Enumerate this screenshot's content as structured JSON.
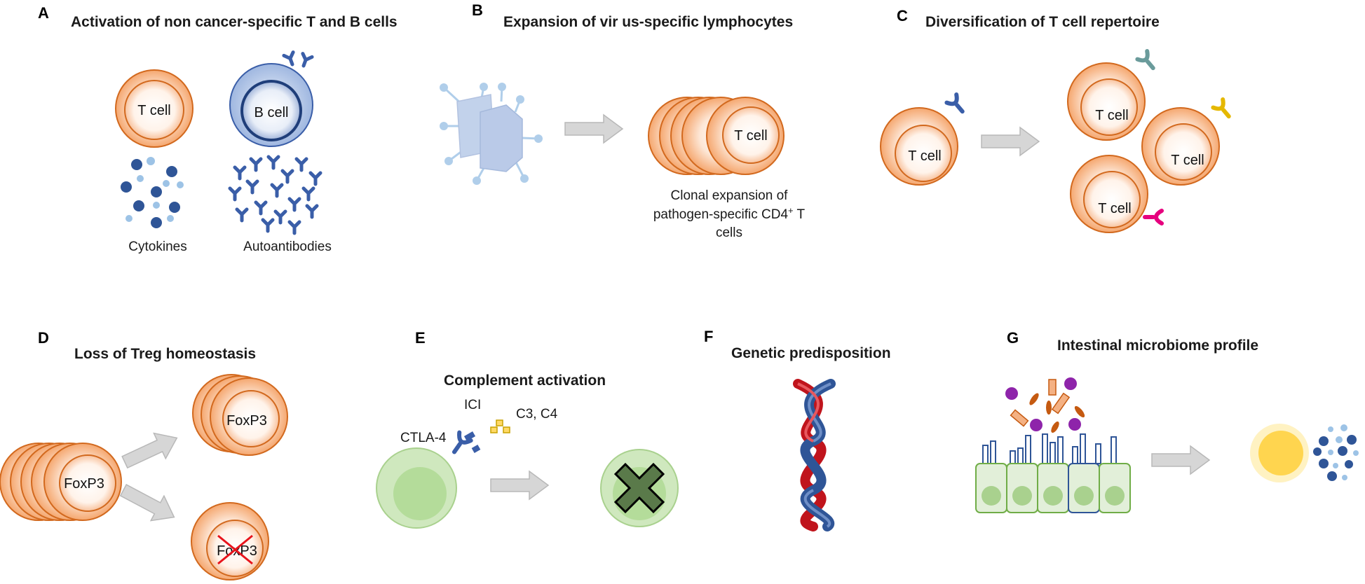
{
  "panels": {
    "A": {
      "label": "A",
      "title": "Activation of non cancer-specific T and B cells",
      "t_cell": "T cell",
      "b_cell": "B cell",
      "cytokines": "Cytokines",
      "autoantibodies": "Autoantibodies"
    },
    "B": {
      "label": "B",
      "title": "Expansion of vir us-specific lymphocytes",
      "t_cell": "T cell",
      "caption_line1": "Clonal expansion of",
      "caption_line2_pre": "pathogen-specific CD4",
      "caption_line2_sup": "+",
      "caption_line2_post": " T",
      "caption_line3": "cells"
    },
    "C": {
      "label": "C",
      "title": "Diversification of T cell repertoire",
      "t_cell": "T cell"
    },
    "D": {
      "label": "D",
      "title": "Loss of Treg homeostasis",
      "foxp3": "FoxP3"
    },
    "E": {
      "label": "E",
      "title": "Complement activation",
      "ctla4": "CTLA-4",
      "ici": "ICI",
      "c3c4": "C3, C4"
    },
    "F": {
      "label": "F",
      "title": "Genetic predisposition"
    },
    "G": {
      "label": "G",
      "title": "Intestinal microbiome profile"
    }
  },
  "colors": {
    "cell_outline": "#d2691e",
    "cell_fill": "#f6b385",
    "b_cell_blue": "#3a5ea8",
    "arrow_gray": "#d0d0d0",
    "green_cell": "#a9d18e",
    "dna_red": "#c0141c",
    "dna_blue": "#2f5597",
    "tcr_magenta": "#e6007e",
    "tcr_yellow": "#e5b800",
    "tcr_teal": "#6a9b9b",
    "microbe_purple": "#8e24aa",
    "microbe_orange": "#d35400",
    "yellow_cell": "#ffd966"
  }
}
